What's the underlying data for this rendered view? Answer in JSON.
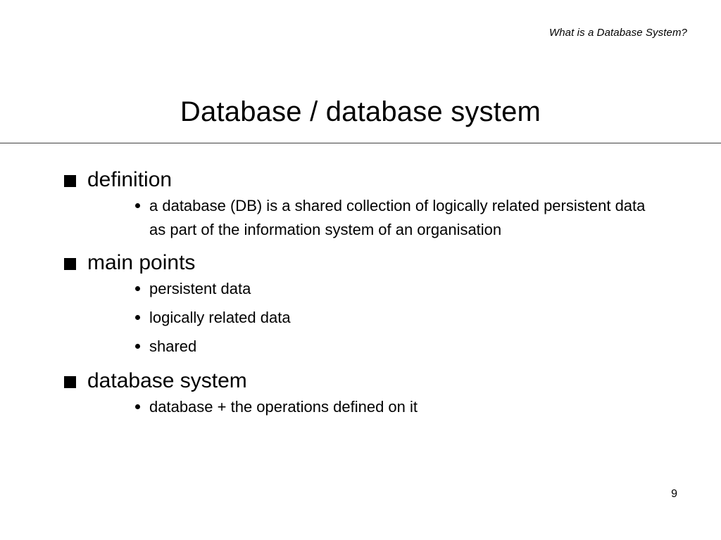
{
  "slide": {
    "header": "What is a Database System?",
    "title": "Database / database system",
    "page_number": "9",
    "markers": {
      "level1": "filled-square-bullet",
      "level2": "round-dot-bullet"
    },
    "colors": {
      "background": "#ffffff",
      "text": "#000000",
      "rule": "#404040"
    },
    "outline": [
      {
        "label": "definition",
        "children": [
          "a database (DB) is a shared collection of logically related persistent data as part of the information system of an organisation"
        ]
      },
      {
        "label": "main points",
        "children": [
          "persistent data",
          "logically related data",
          "shared"
        ]
      },
      {
        "label": "database system",
        "children": [
          "database + the operations defined on it"
        ]
      }
    ]
  }
}
